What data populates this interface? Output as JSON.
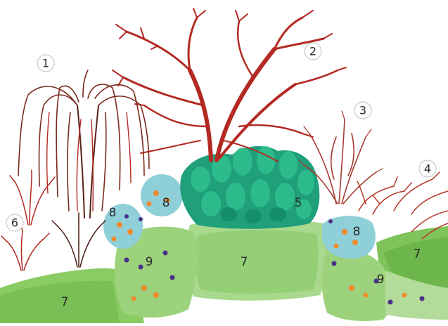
{
  "labels": {
    "l1": "1",
    "l2": "2",
    "l3": "3",
    "l4": "4",
    "l5": "5",
    "l6": "6",
    "l7": "7",
    "l8": "8",
    "l9": "9"
  },
  "colors": {
    "red_branch": "#b32a22",
    "dark_branch": "#5a2418",
    "conifer": "#1f9f7a",
    "grass": "#7cc35a",
    "grass_light": "#a6d98a",
    "flower_bed": "#7fc6d6",
    "orange_flower": "#f08a2a",
    "purple_flower": "#4b2f8a"
  }
}
